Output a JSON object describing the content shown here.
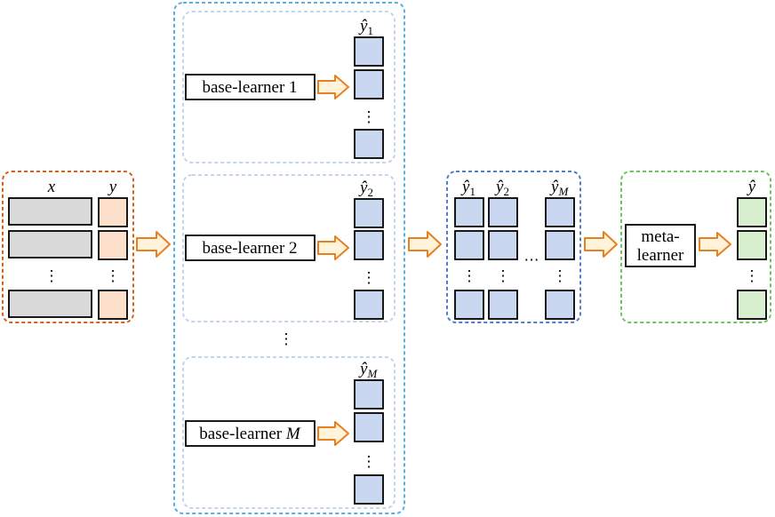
{
  "input_box": {
    "x_label": "x",
    "y_label": "y",
    "dots": "⋮",
    "colors": {
      "border": "#d9601a",
      "x_fill": "#d9d9d9",
      "y_fill": "#fde0cc"
    }
  },
  "base_learners": {
    "items": [
      {
        "label": "base-learner 1",
        "output_base": "ŷ",
        "output_sub": "1",
        "sub_italic": false
      },
      {
        "label": "base-learner 2",
        "output_base": "ŷ",
        "output_sub": "2",
        "sub_italic": false
      },
      {
        "label": "base-learner ",
        "label_italic": "M",
        "output_base": "ŷ",
        "output_sub": "M",
        "sub_italic": true
      }
    ],
    "between_dots": "⋮",
    "colors": {
      "outer_border": "#5aafe0",
      "inner_border": "#bcd0ea",
      "cell_fill": "#c9d8f0"
    }
  },
  "stacked_predictions": {
    "columns": [
      {
        "base": "ŷ",
        "sub": "1",
        "sub_italic": false
      },
      {
        "base": "ŷ",
        "sub": "2",
        "sub_italic": false
      },
      {
        "base": "ŷ",
        "sub": "M",
        "sub_italic": true
      }
    ],
    "col_dots": "⋯",
    "colors": {
      "border": "#4f7fc6",
      "cell_fill": "#c9d8f0"
    }
  },
  "meta_learner": {
    "label_line1": "meta-",
    "label_line2": "learner",
    "output_label": "ŷ",
    "colors": {
      "border": "#6cc55c",
      "cell_fill": "#d8efd0"
    }
  },
  "arrow_colors": {
    "stroke": "#e8801f",
    "fill": "#fff3dc"
  }
}
